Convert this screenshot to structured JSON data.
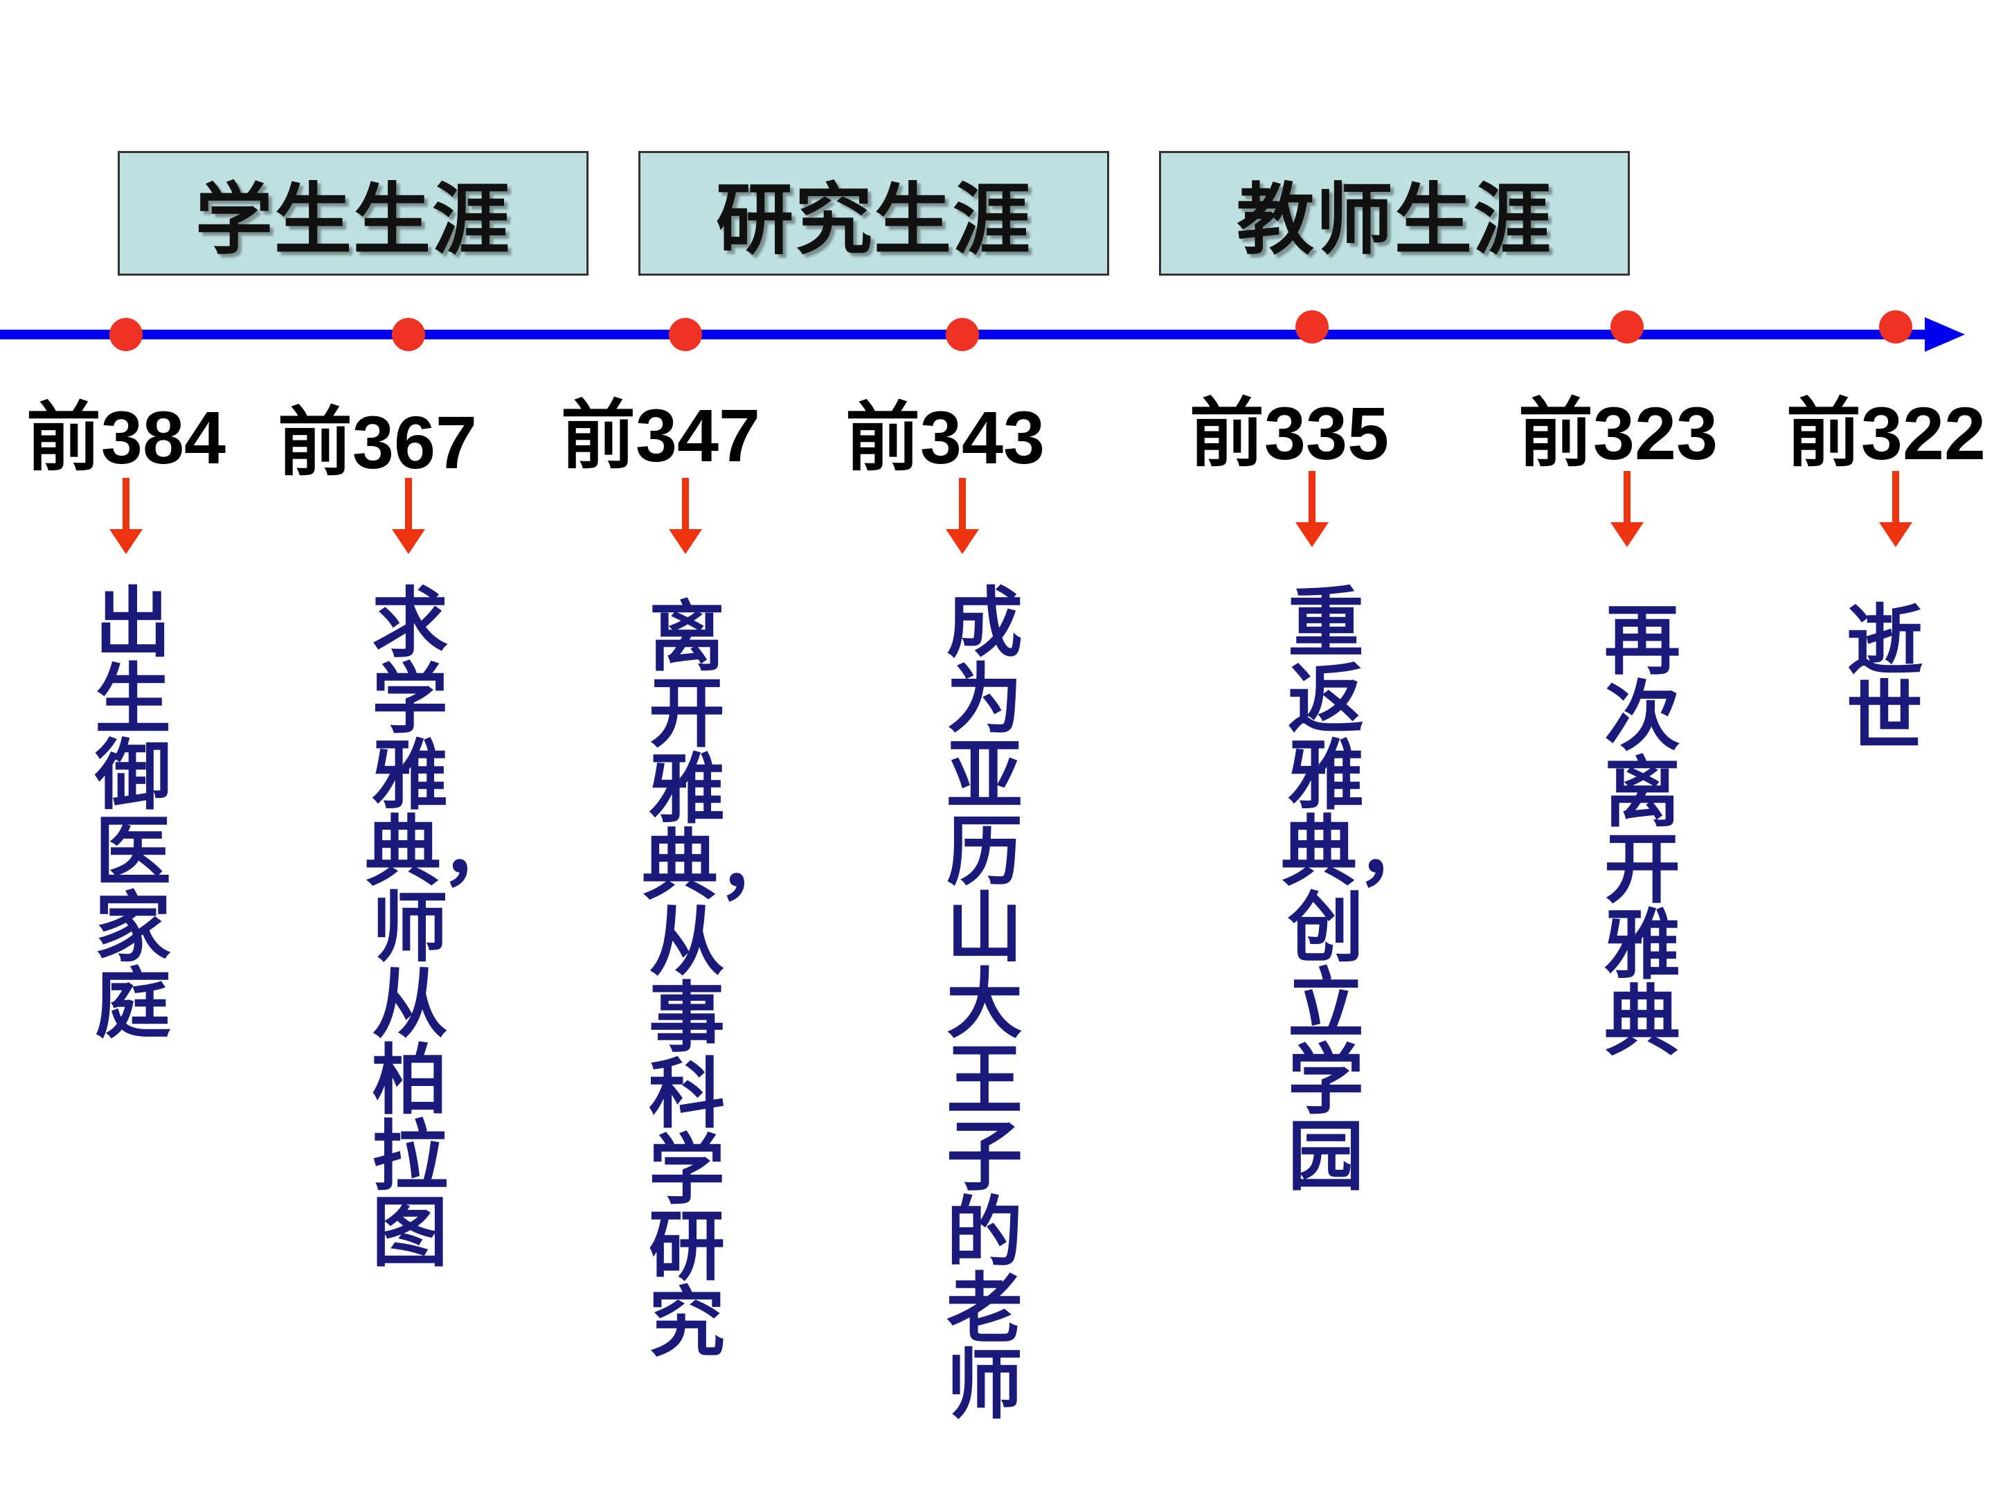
{
  "phases": [
    {
      "label": "学生生涯"
    },
    {
      "label": "研究生涯"
    },
    {
      "label": "教师生涯"
    }
  ],
  "events": [
    {
      "year": "前384",
      "text": "出生御医家庭"
    },
    {
      "year": "前367",
      "text": "求学雅典，师从柏拉图"
    },
    {
      "year": "前347",
      "text": "离开雅典，从事科学研究"
    },
    {
      "year": "前343",
      "text": "成为亚历山大王子的老师"
    },
    {
      "year": "前335",
      "text": "重返雅典，创立学园"
    },
    {
      "year": "前323",
      "text": "再次离开雅典"
    },
    {
      "year": "前322",
      "text": "逝世"
    }
  ],
  "colors": {
    "axis": "#0000ee",
    "dot": "#ee3322",
    "arrow": "#ee3311",
    "event_text": "#1a1a7a",
    "phase_bg": "#bfe0e0"
  }
}
